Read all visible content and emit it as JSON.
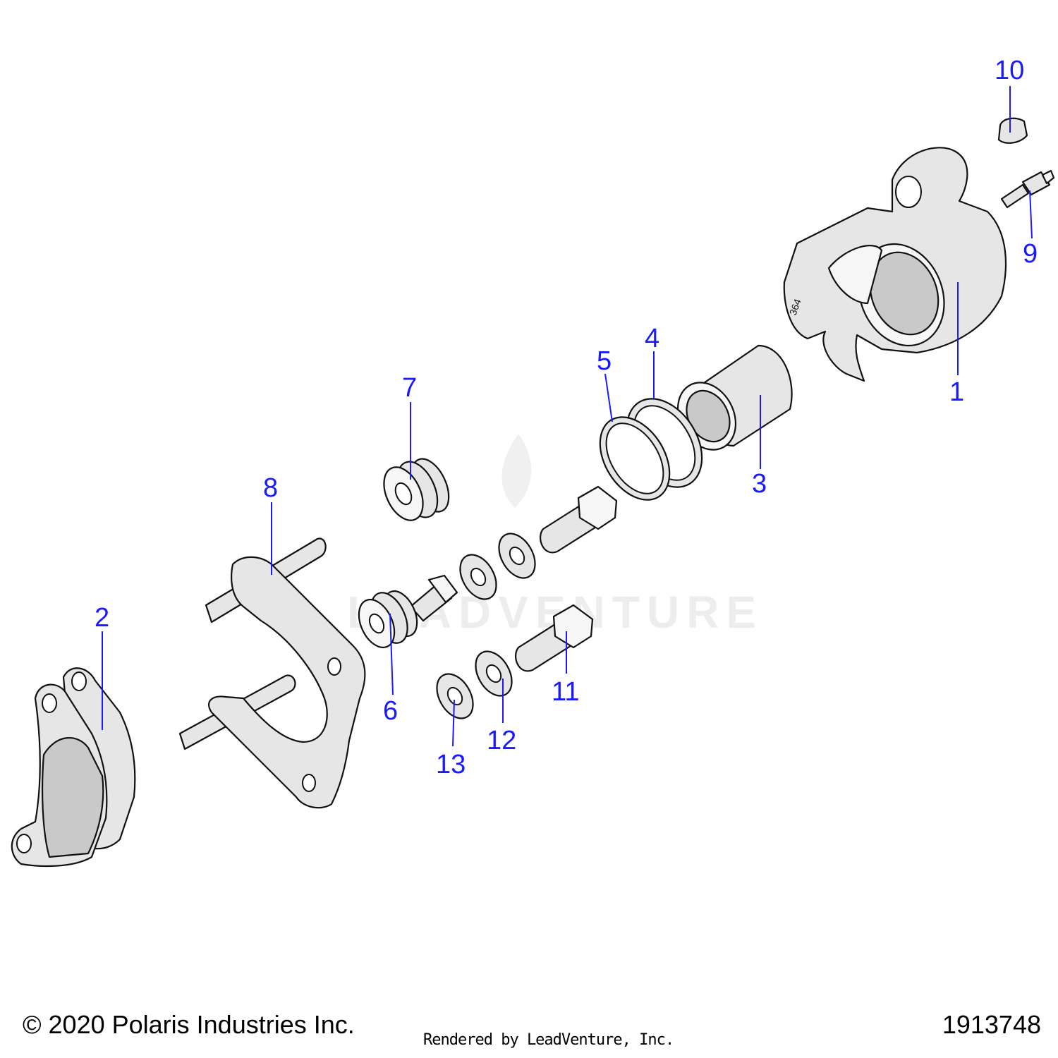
{
  "watermark": "LEADVENTURE",
  "callouts": [
    "1",
    "2",
    "3",
    "4",
    "5",
    "6",
    "7",
    "8",
    "9",
    "10",
    "11",
    "12",
    "13"
  ],
  "footer": {
    "copyright": "© 2020 Polaris Industries Inc.",
    "rendered_by": "Rendered by LeadVenture, Inc.",
    "diagram_id": "1913748"
  }
}
